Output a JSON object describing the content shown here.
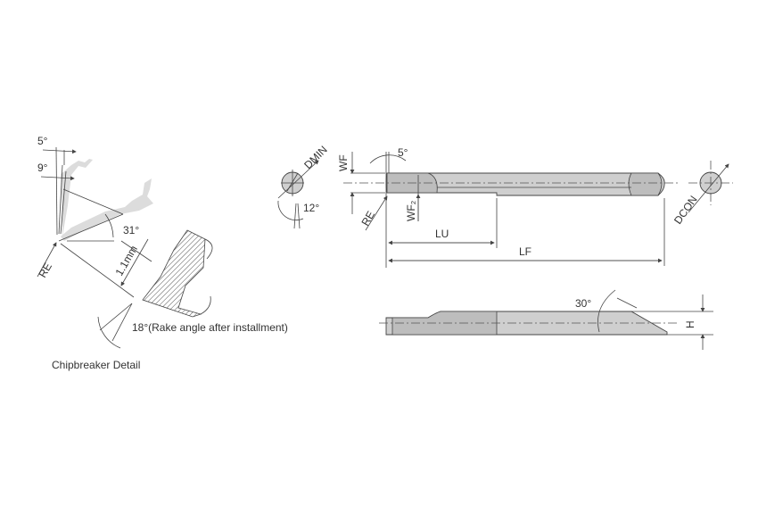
{
  "chipbreaker": {
    "angle_top": "5°",
    "angle_side": "9°",
    "angle_breaker": "31°",
    "radius_label": "RE",
    "width_label": "1.1mm",
    "rake_label": "18°(Rake angle after installment)",
    "caption": "Chipbreaker Detail"
  },
  "front_view": {
    "dmin_label": "DMIN",
    "angle_label": "12°"
  },
  "top_view": {
    "wf_label": "WF",
    "angle_label": "5°",
    "re_label": "RE",
    "wf2_label": "WF₂",
    "lu_label": "LU",
    "lf_label": "LF"
  },
  "end_view": {
    "dcon_label": "DCON"
  },
  "side_view": {
    "angle_label": "30°",
    "h_label": "H"
  }
}
